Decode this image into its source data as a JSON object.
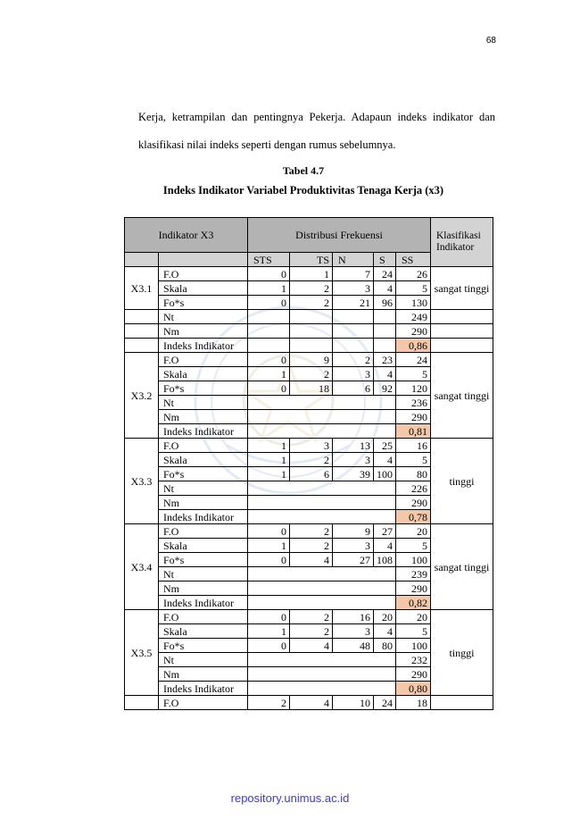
{
  "page_number": "68",
  "paragraph": {
    "line1": "Kerja, ketrampilan dan pentingnya Pekerja. Adapaun indeks indikator dan",
    "line2": "klasifikasi nilai indeks seperti dengan rumus sebelumnya."
  },
  "caption": {
    "number": "Tabel 4.7",
    "title": "Indeks Indikator Variabel Produktivitas Tenaga Kerja (x3)"
  },
  "table": {
    "headers": {
      "indikator": "Indikator X3",
      "distribusi": "Distribusi Frekuensi",
      "klasifikasi": "Klasifikasi Indikator",
      "sub": [
        "STS",
        "TS",
        "N",
        "S",
        "SS"
      ]
    },
    "groups": [
      {
        "code": "X3.1",
        "klasifikasi": "sangat tinggi",
        "fo": {
          "label": "F.O",
          "values": [
            "0",
            "1",
            "7",
            "24",
            "26"
          ]
        },
        "skala": {
          "label": "Skala",
          "values": [
            "1",
            "2",
            "3",
            "4",
            "5"
          ]
        },
        "fos": {
          "label": "Fo*s",
          "values": [
            "0",
            "2",
            "21",
            "96",
            "130"
          ]
        },
        "nt": {
          "label": "Nt",
          "value": "249"
        },
        "nm": {
          "label": "Nm",
          "value": "290"
        },
        "indeks": {
          "label": "Indeks Indikator",
          "value": "0,86"
        }
      },
      {
        "code": "X3.2",
        "klasifikasi": "sangat tinggi",
        "fo": {
          "label": "F.O",
          "values": [
            "0",
            "9",
            "2",
            "23",
            "24"
          ]
        },
        "skala": {
          "label": "Skala",
          "values": [
            "1",
            "2",
            "3",
            "4",
            "5"
          ]
        },
        "fos": {
          "label": "Fo*s",
          "values": [
            "0",
            "18",
            "6",
            "92",
            "120"
          ]
        },
        "nt": {
          "label": "Nt",
          "value": "236"
        },
        "nm": {
          "label": "Nm",
          "value": "290"
        },
        "indeks": {
          "label": "Indeks Indikator",
          "value": "0,81"
        }
      },
      {
        "code": "X3.3",
        "klasifikasi": "tinggi",
        "fo": {
          "label": "F.O",
          "values": [
            "1",
            "3",
            "13",
            "25",
            "16"
          ]
        },
        "skala": {
          "label": "Skala",
          "values": [
            "1",
            "2",
            "3",
            "4",
            "5"
          ]
        },
        "fos": {
          "label": "Fo*s",
          "values": [
            "1",
            "6",
            "39",
            "100",
            "80"
          ]
        },
        "nt": {
          "label": "Nt",
          "value": "226"
        },
        "nm": {
          "label": "Nm",
          "value": "290"
        },
        "indeks": {
          "label": "Indeks Indikator",
          "value": "0,78"
        }
      },
      {
        "code": "X3.4",
        "klasifikasi": "sangat tinggi",
        "fo": {
          "label": "F.O",
          "values": [
            "0",
            "2",
            "9",
            "27",
            "20"
          ]
        },
        "skala": {
          "label": "Skala",
          "values": [
            "1",
            "2",
            "3",
            "4",
            "5"
          ]
        },
        "fos": {
          "label": "Fo*s",
          "values": [
            "0",
            "4",
            "27",
            "108",
            "100"
          ]
        },
        "nt": {
          "label": "Nt",
          "value": "239"
        },
        "nm": {
          "label": "Nm",
          "value": "290"
        },
        "indeks": {
          "label": "Indeks Indikator",
          "value": "0,82"
        }
      },
      {
        "code": "X3.5",
        "klasifikasi": "tinggi",
        "fo": {
          "label": "F.O",
          "values": [
            "0",
            "2",
            "16",
            "20",
            "20"
          ]
        },
        "skala": {
          "label": "Skala",
          "values": [
            "1",
            "2",
            "3",
            "4",
            "5"
          ]
        },
        "fos": {
          "label": "Fo*s",
          "values": [
            "0",
            "4",
            "48",
            "80",
            "100"
          ]
        },
        "nt": {
          "label": "Nt",
          "value": "232"
        },
        "nm": {
          "label": "Nm",
          "value": "290"
        },
        "indeks": {
          "label": "Indeks Indikator",
          "value": "0,80"
        }
      }
    ],
    "next_row": {
      "label": "F.O",
      "values": [
        "2",
        "4",
        "10",
        "24",
        "18"
      ]
    }
  },
  "footer": "repository.unimus.ac.id",
  "colors": {
    "header_dark": "#b3b3b3",
    "header_light": "#d3d3d3",
    "indeks_highlight": "#f4c7a8",
    "footer_link": "#3b3bcf"
  }
}
